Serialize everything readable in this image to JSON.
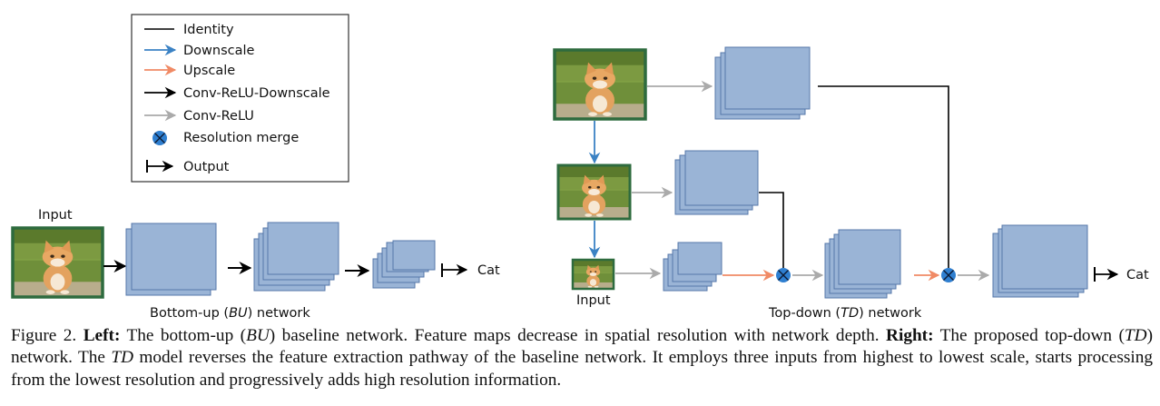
{
  "legend": {
    "identity": "Identity",
    "downscale": "Downscale",
    "upscale": "Upscale",
    "conv_relu_downscale": "Conv-ReLU-Downscale",
    "conv_relu": "Conv-ReLU",
    "resolution_merge": "Resolution merge",
    "output": "Output"
  },
  "left_network": {
    "input_label": "Input",
    "output_label": "Cat",
    "title_prefix": "Bottom-up (",
    "title_abbrev": "BU",
    "title_suffix": ") network"
  },
  "right_network": {
    "input_label": "Input",
    "output_label": "Cat",
    "title_prefix": "Top-down (",
    "title_abbrev": "TD",
    "title_suffix": ") network"
  },
  "caption": {
    "figure_label": "Figure 2.",
    "left_heading": "Left:",
    "left_text_1": "The bottom-up (",
    "left_abbrev": "BU",
    "left_text_2": ") baseline network. Feature maps decrease in spatial resolution with network depth.",
    "right_heading": "Right:",
    "right_text_1": "The proposed top-down (",
    "right_abbrev_1": "TD",
    "right_text_2": ") network. The",
    "right_abbrev_2": "TD",
    "right_text_3": "model reverses the feature extraction pathway of the baseline network. It employs three inputs from highest to lowest scale, starts processing from the lowest resolution and progressively adds high resolution information."
  },
  "colors": {
    "feature_map_fill": "#9ab4d6",
    "feature_map_stroke": "#5577aa",
    "image_frame": "#2e6b3e",
    "downscale": "#3b82c4",
    "upscale": "#f08a65",
    "conv_relu": "#aaaaaa",
    "conv_relu_downscale": "#000000",
    "identity": "#000000",
    "merge_node": "#2f7fd0"
  },
  "icons": [
    "kitten-photo",
    "resolution-merge-icon",
    "output-icon"
  ]
}
